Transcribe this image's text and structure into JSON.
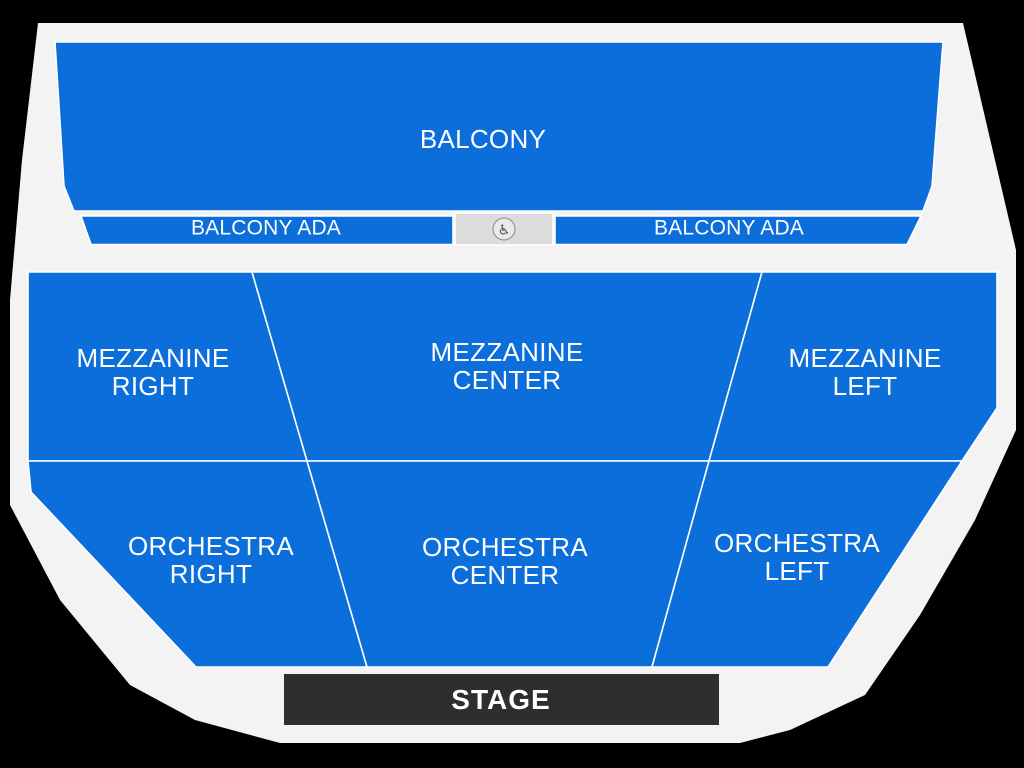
{
  "colors": {
    "background": "#000000",
    "venue_floor": "#f3f3f4",
    "section_fill": "#0b6edb",
    "section_outline": "#ffffff",
    "ada_block_fill": "#dcdcdc",
    "stage_fill": "#2e2e2e",
    "label_text": "#ffffff",
    "icon_gray": "#8a8a8a"
  },
  "sections": {
    "balcony": {
      "label": "BALCONY"
    },
    "balcony_ada_left": {
      "label": "BALCONY ADA"
    },
    "balcony_ada_right": {
      "label": "BALCONY ADA"
    },
    "mezzanine_right": {
      "label": "MEZZANINE\nRIGHT"
    },
    "mezzanine_center": {
      "label": "MEZZANINE\nCENTER"
    },
    "mezzanine_left": {
      "label": "MEZZANINE\nLEFT"
    },
    "orchestra_right": {
      "label": "ORCHESTRA\nRIGHT"
    },
    "orchestra_center": {
      "label": "ORCHESTRA\nCENTER"
    },
    "orchestra_left": {
      "label": "ORCHESTRA\nLEFT"
    },
    "stage": {
      "label": "STAGE"
    }
  },
  "icons": {
    "wheelchair": {
      "name": "wheelchair-icon",
      "glyph": "♿"
    }
  }
}
